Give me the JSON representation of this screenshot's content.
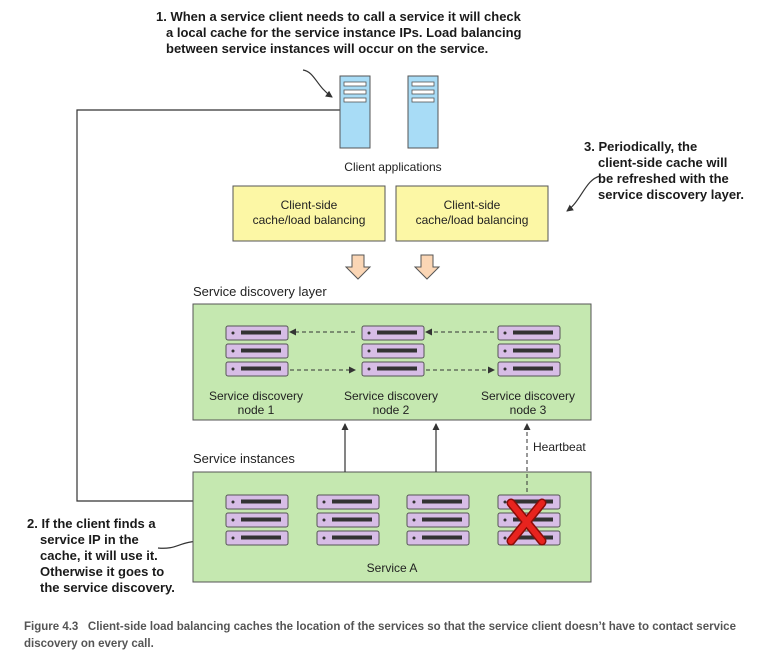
{
  "annotations": {
    "step1": [
      "1. When a service client needs to call a service it will check",
      "a local cache for the service instance IPs. Load balancing",
      "between service instances will occur on the service."
    ],
    "step2": [
      "2. If the client finds a",
      "service IP in the",
      "cache, it will use it.",
      "Otherwise it goes to",
      "the service discovery."
    ],
    "step3": [
      "3. Periodically, the",
      "client-side cache will",
      "be refreshed with the",
      "service discovery layer."
    ]
  },
  "client": {
    "label": "Client applications",
    "cache_boxes": [
      [
        "Client-side",
        "cache/load balancing"
      ],
      [
        "Client-side",
        "cache/load balancing"
      ]
    ]
  },
  "discovery": {
    "title": "Service discovery layer",
    "nodes": [
      [
        "Service discovery",
        "node 1"
      ],
      [
        "Service discovery",
        "node 2"
      ],
      [
        "Service discovery",
        "node 3"
      ]
    ]
  },
  "instances": {
    "title": "Service instances",
    "service_label": "Service A",
    "heartbeat": "Heartbeat"
  },
  "caption": {
    "label": "Figure 4.3",
    "text": "Client-side load balancing caches the location of the services so that the service client doesn’t have to contact service discovery on every call."
  },
  "colors": {
    "green": "#c5e8b0",
    "yellow": "#fcf7a5",
    "purple": "#d7bde6",
    "blue": "#a8dcf6",
    "down_arrow": "#fbd6b5",
    "red_x": "#e8231e"
  }
}
